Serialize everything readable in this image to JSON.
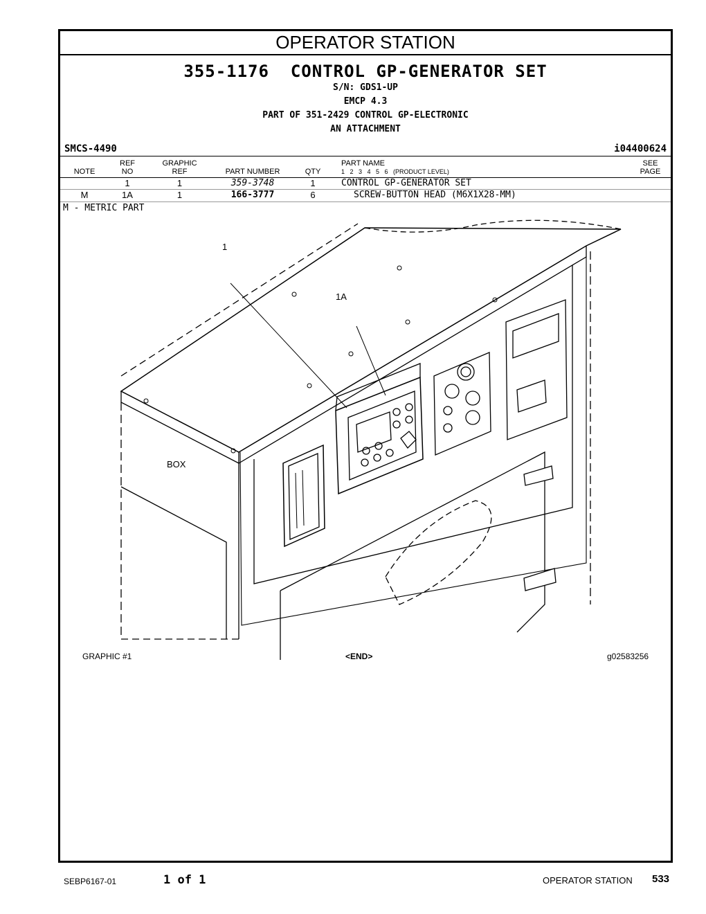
{
  "page_title": "OPERATOR STATION",
  "part_header": {
    "number": "355-1176",
    "name": "CONTROL GP-GENERATOR SET",
    "serial": "S/N: GDS1-UP",
    "model": "EMCP 4.3",
    "part_of": "PART OF 351-2429 CONTROL GP-ELECTRONIC",
    "attachment": "AN ATTACHMENT"
  },
  "smcs": "SMCS-4490",
  "info_id": "i04400624",
  "table": {
    "headers": {
      "note": "NOTE",
      "ref_no": [
        "REF",
        "NO"
      ],
      "graphic_ref": [
        "GRAPHIC",
        "REF"
      ],
      "part_number": "PART NUMBER",
      "qty": "QTY",
      "part_name": "PART NAME",
      "product_level": "1   2   3   4   5   6   (PRODUCT LEVEL)",
      "see_page": [
        "SEE",
        "PAGE"
      ]
    },
    "rows": [
      {
        "note": "",
        "ref_no": "1",
        "graphic_ref": "1",
        "part_number": "359-3748",
        "qty": "1",
        "part_name": "CONTROL GP-GENERATOR SET"
      },
      {
        "note": "M",
        "ref_no": "1A",
        "graphic_ref": "1",
        "part_number": "166-3777",
        "qty": "6",
        "part_name": "SCREW-BUTTON HEAD (M6X1X28-MM)"
      }
    ]
  },
  "metric_note": "M - METRIC PART",
  "drawing": {
    "callout_1": "1",
    "callout_1a": "1A",
    "box_label": "BOX"
  },
  "graphic_footer": {
    "graphic": "GRAPHIC #1",
    "end": "<END>",
    "graphic_id": "g02583256"
  },
  "page_footer": {
    "doc": "SEBP6167-01",
    "pages": "1 of 1",
    "section": "OPERATOR STATION",
    "page_number": "533"
  }
}
